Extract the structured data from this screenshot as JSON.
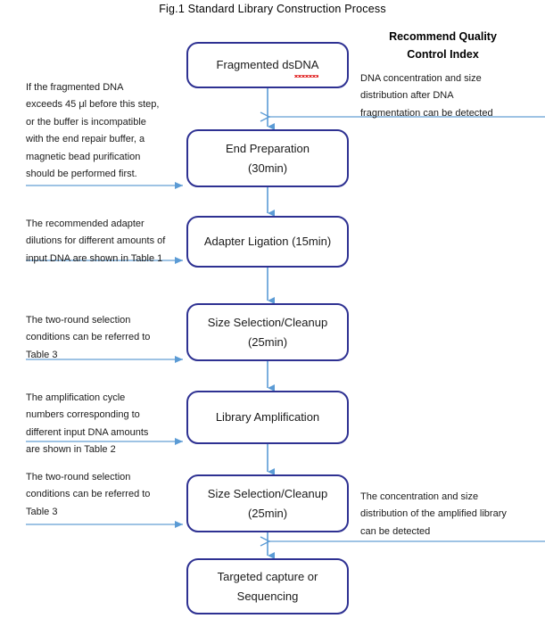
{
  "figure": {
    "title": "Fig.1 Standard Library Construction Process"
  },
  "right_column": {
    "heading_line1": "Recommend Quality",
    "heading_line2": "Control Index"
  },
  "flow": {
    "nodes": [
      {
        "id": "fragmented",
        "line1": "Fragmented ds",
        "line2": "DNA",
        "misspelled": "dsDNA",
        "duration": ""
      },
      {
        "id": "endprep",
        "line1": "End Preparation",
        "line2": "(30min)"
      },
      {
        "id": "adapter",
        "line1": "Adapter Ligation  (15min)",
        "line2": ""
      },
      {
        "id": "size1",
        "line1": "Size Selection/Cleanup",
        "line2": "(25min)"
      },
      {
        "id": "amplify",
        "line1": "Library Amplification",
        "line2": ""
      },
      {
        "id": "size2",
        "line1": "Size Selection/Cleanup",
        "line2": "(25min)"
      },
      {
        "id": "final",
        "line1": "Targeted capture or",
        "line2": "Sequencing"
      }
    ]
  },
  "notes": {
    "left": [
      {
        "id": "l1",
        "target": "End Preparation",
        "text": "If the fragmented DNA\nexceeds 45 μl before this step,\nor the buffer is incompatible\nwith the end repair buffer, a\nmagnetic bead purification\nshould be performed first."
      },
      {
        "id": "l2",
        "target": "Adapter Ligation",
        "text": "The recommended adapter\ndilutions for different amounts of\ninput DNA are shown in Table 1"
      },
      {
        "id": "l3",
        "target": "Size Selection/Cleanup",
        "text": "The two-round selection\nconditions can be referred to\nTable 3"
      },
      {
        "id": "l4",
        "target": "Library Amplification",
        "text": "The amplification cycle\nnumbers corresponding to\ndifferent input DNA amounts\nare shown in Table 2"
      },
      {
        "id": "l5",
        "target": "Size Selection/Cleanup",
        "text": "The two-round selection\nconditions can be referred to\nTable 3"
      }
    ],
    "right": [
      {
        "id": "r1",
        "text": "DNA concentration and size\ndistribution after DNA\nfragmentation can be detected"
      },
      {
        "id": "r2",
        "text": "The concentration and size\ndistribution of the amplified library\ncan be detected"
      }
    ]
  },
  "colors": {
    "node_border": "#2E3192",
    "connector": "#5B9BD5",
    "annotation_line": "#7FAFDC",
    "spellcheck_underline": "#E02020",
    "text": "#1A1A1A",
    "background": "#FFFFFF"
  }
}
